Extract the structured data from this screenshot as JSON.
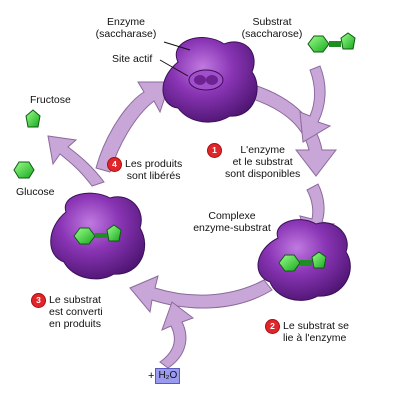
{
  "labels": {
    "enzyme": [
      "Enzyme",
      "(saccharase)"
    ],
    "substrat": [
      "Substrat",
      "(saccharose)"
    ],
    "site_actif": "Site actif",
    "fructose": "Fructose",
    "glucose": "Glucose",
    "complexe": [
      "Complexe",
      "enzyme-substrat"
    ],
    "water_plus": "+",
    "water": "H₂O"
  },
  "steps": [
    {
      "number": "1",
      "lines": [
        "L'enzyme",
        "et le substrat",
        "sont disponibles"
      ]
    },
    {
      "number": "2",
      "lines": [
        "Le substrat se",
        "lie à l'enzyme"
      ]
    },
    {
      "number": "3",
      "lines": [
        "Le substrat",
        "est converti",
        "en produits"
      ]
    },
    {
      "number": "4",
      "lines": [
        "Les produits",
        "sont libérés"
      ]
    }
  ],
  "colors": {
    "enzyme": "#7a2aa0",
    "arrow": "#c9a6d8",
    "arrow_outline": "#8b6a9c",
    "glucose": "#2fd02f",
    "badge": "#e0262b"
  }
}
